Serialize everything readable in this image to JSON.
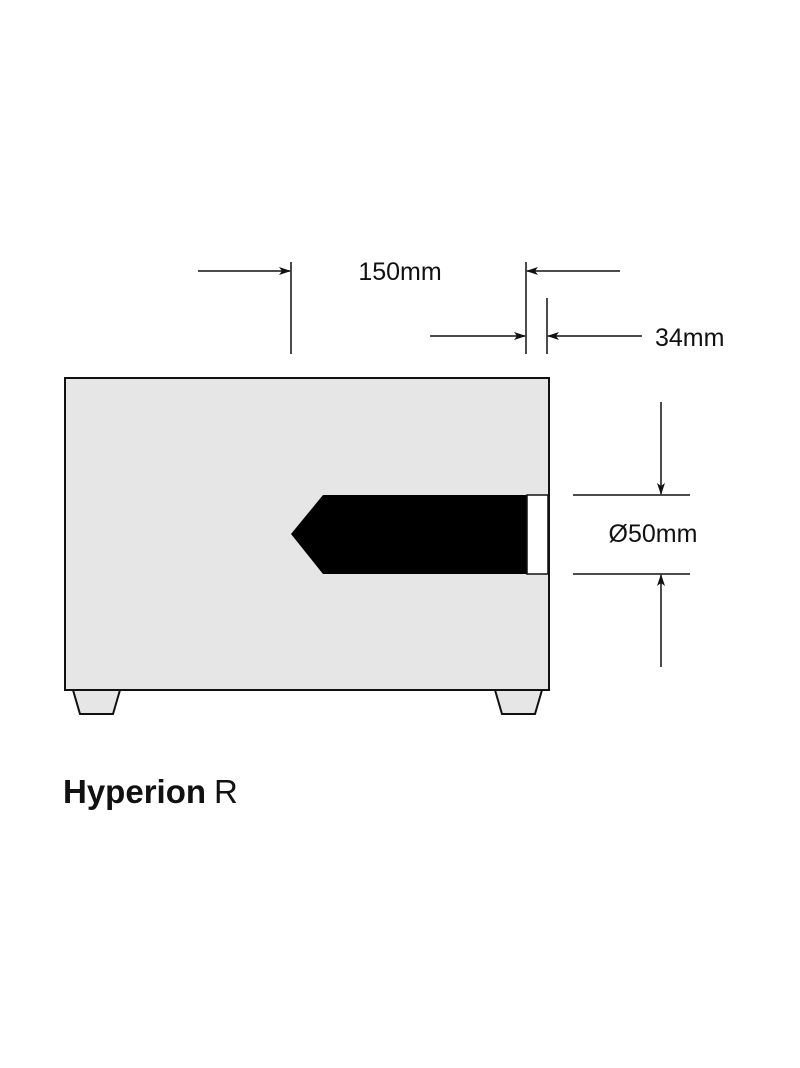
{
  "diagram": {
    "title_bold": "Hyperion",
    "title_regular": "R",
    "dimensions": {
      "length": "150mm",
      "depth": "34mm",
      "diameter": "Ø50mm"
    },
    "colors": {
      "body_fill": "#e6e6e6",
      "stroke": "#111111",
      "pointer_fill": "#000000"
    }
  }
}
